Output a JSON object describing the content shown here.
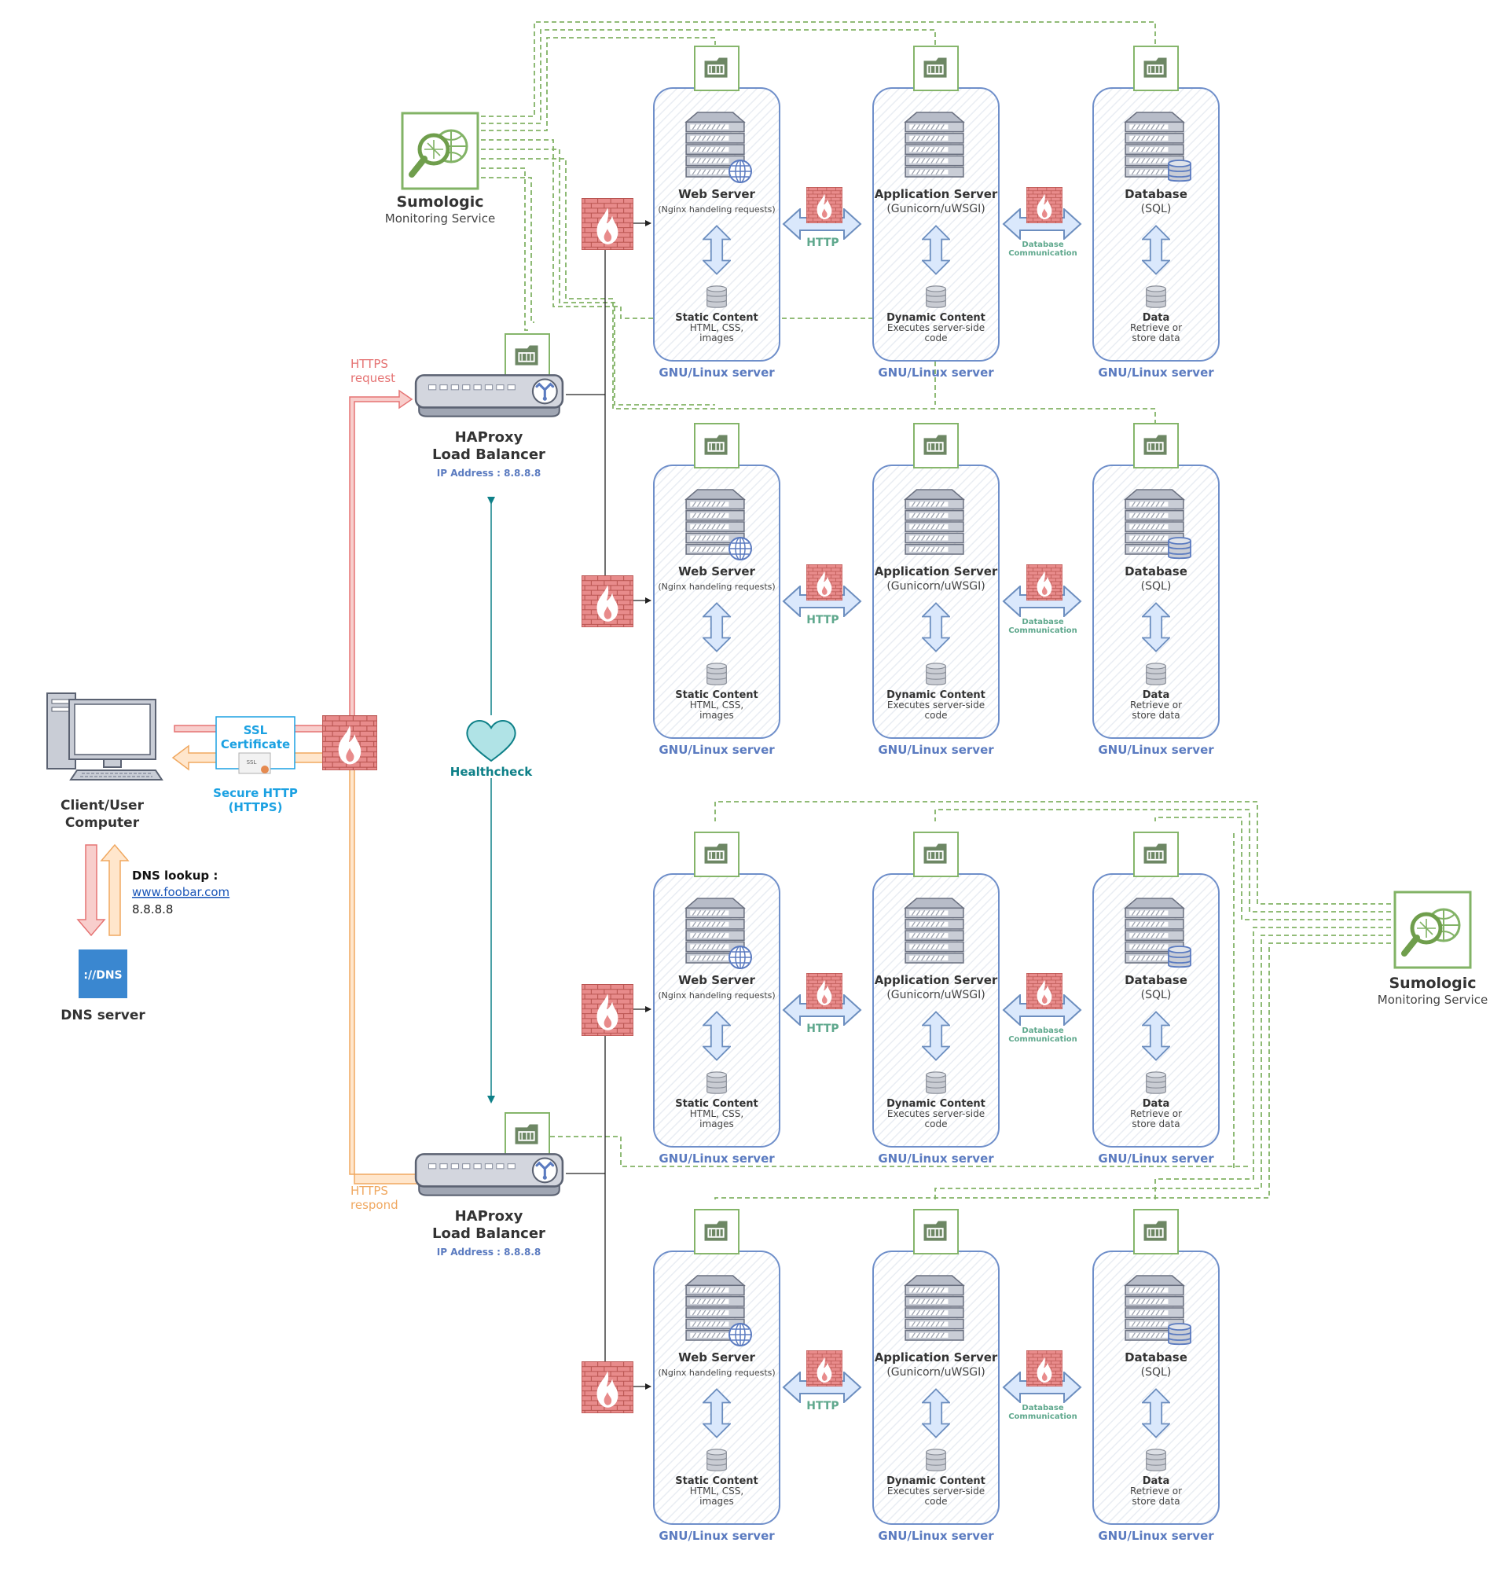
{
  "colors": {
    "server_stroke": "#6f8fca",
    "server_label": "#5b7bc0",
    "firewall": "#e57373",
    "firewall_stroke": "#b85450",
    "arrow_fill": "#dae8fc",
    "arrow_stroke": "#6c8ebf",
    "agent_stroke": "#82b366",
    "agent_fill": "#6d8764",
    "monitor_dash": "#82b366",
    "https_request": "#f8cecc",
    "https_respond": "#ffcc99",
    "ssl": "#1ba1e2",
    "health": "#0e8088",
    "health_fill": "#b0e3e6",
    "dns_blue": "#3a87d0",
    "text_dark": "#333333"
  },
  "client": {
    "title_line1": "Client/User",
    "title_line2": "Computer",
    "icon": "desktop-computer-icon"
  },
  "ssl": {
    "cert_line1": "SSL",
    "cert_line2": "Certificate",
    "badge": "SSL",
    "caption_line1": "Secure HTTP",
    "caption_line2": "(HTTPS)"
  },
  "dns": {
    "lookup_title": "DNS lookup :",
    "lookup_domain": "www.foobar.com",
    "lookup_ip": "8.8.8.8",
    "icon_text": "://DNS",
    "server_label": "DNS server"
  },
  "https_request_label": [
    "HTTPS",
    "request"
  ],
  "https_respond_label": [
    "HTTPS",
    "respond"
  ],
  "load_balancer": {
    "title_line1": "HAProxy",
    "title_line2": "Load Balancer",
    "ip": "IP Address : 8.8.8.8"
  },
  "healthcheck": {
    "label": "Healthcheck"
  },
  "monitoring": {
    "title": "Sumologic",
    "subtitle": "Monitoring Service"
  },
  "server_row": {
    "web": {
      "title": "Web Server",
      "subtitle": "(Nginx handeling requests)",
      "content_title": "Static Content",
      "content_line1": "HTML, CSS,",
      "content_line2": "images",
      "footer": "GNU/Linux server"
    },
    "app": {
      "title": "Application Server",
      "subtitle": "(Gunicorn/uWSGI)",
      "content_title": "Dynamic Content",
      "content_line1": "Executes server-side",
      "content_line2": "code",
      "footer": "GNU/Linux server"
    },
    "db": {
      "title": "Database",
      "subtitle": "(SQL)",
      "content_title": "Data",
      "content_line1": "Retrieve or",
      "content_line2": "store data",
      "footer": "GNU/Linux server"
    },
    "http_label": "HTTP",
    "db_comm_line1": "Database",
    "db_comm_line2": "Communication"
  }
}
